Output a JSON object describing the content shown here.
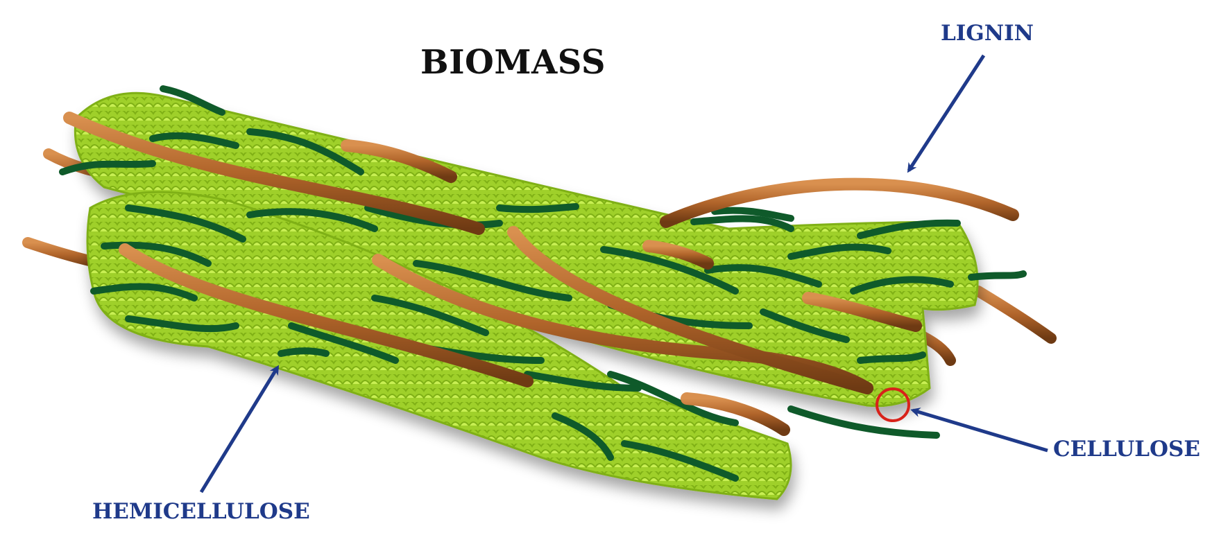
{
  "title": "BIOMASS",
  "labels": {
    "lignin": "LIGNIN",
    "cellulose": "CELLULOSE",
    "hemicellulose": "HEMICELLULOSE"
  },
  "colors": {
    "label_text": "#1f3a8a",
    "arrow": "#1f3a8a",
    "cellulose_light": "#b7e23b",
    "cellulose_mid": "#8fc21a",
    "hemicellulose": "#0f5a2a",
    "lignin": "#b0642a",
    "lignin_dark": "#6e3a13",
    "highlight_circle": "#d8221a"
  }
}
